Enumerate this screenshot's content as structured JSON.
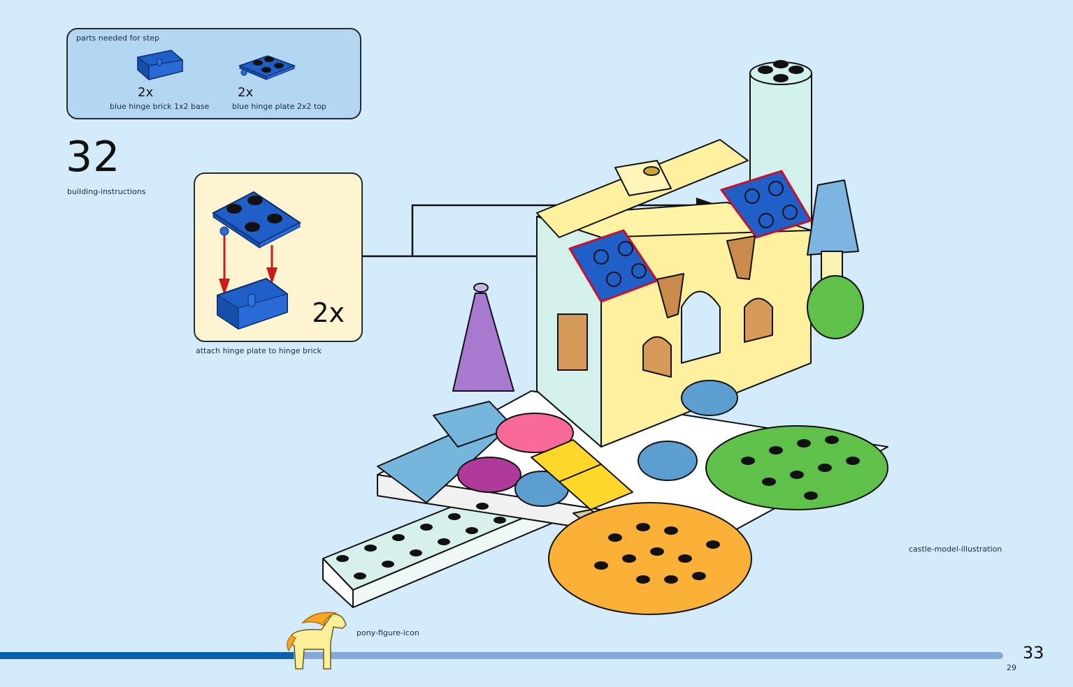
{
  "page": {
    "type": "building-instructions",
    "page_number": "33",
    "progress_percent": 29
  },
  "parts_list": {
    "title": "parts needed for step",
    "items": [
      {
        "name": "blue hinge brick 1x2 base",
        "quantity": "2x",
        "color": "#1f5fc7"
      },
      {
        "name": "blue hinge plate 2x2 top",
        "quantity": "2x",
        "color": "#1f5fc7"
      }
    ]
  },
  "step": {
    "number": "32",
    "callout": {
      "quantity": "2x",
      "description": "attach hinge plate to hinge brick",
      "arrow_color": "#cc1a1a"
    }
  },
  "colors": {
    "background": "#d4ebfb",
    "parts_box": "#b3d6f3",
    "callout_box": "#fef4d1",
    "progress_done": "#0a5eae",
    "progress_remaining": "#86a8d8",
    "highlight": "#c8102e"
  },
  "icons": {
    "mascot": "pony-figure-icon",
    "model": "castle-model-illustration"
  }
}
